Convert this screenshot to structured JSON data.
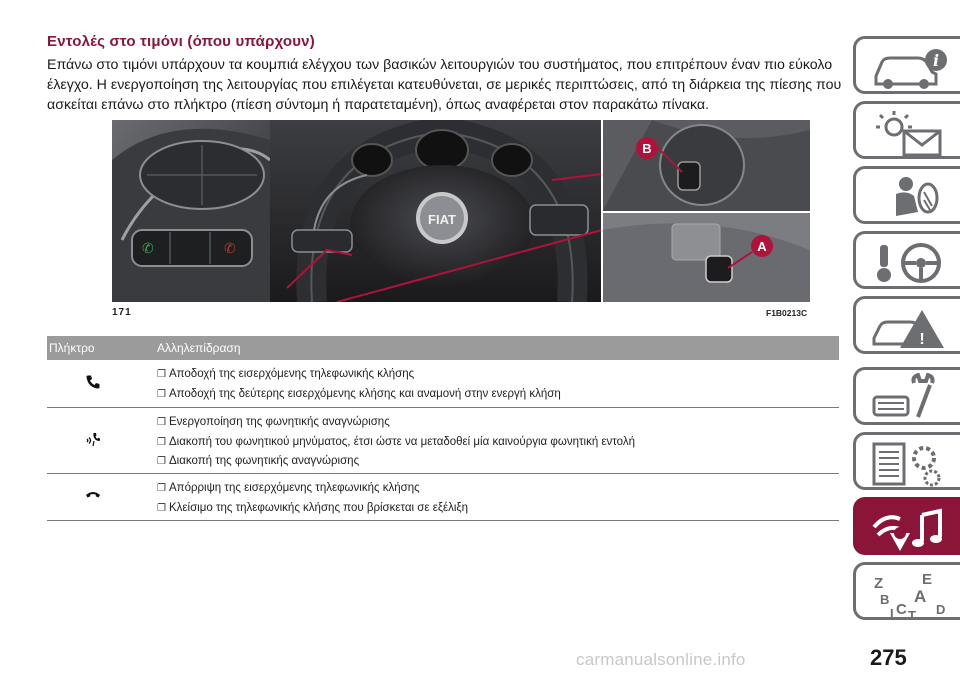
{
  "header": {
    "title": "Εντολές στο τιμόνι (όπου υπάρχουν)",
    "intro": "Επάνω στο τιμόνι υπάρχουν τα κουμπιά ελέγχου των βασικών λειτουργιών του συστήματος, που επιτρέπουν έναν πιο εύκολο έλεγχο. Η ενεργοποίηση της λειτουργίας που επιλέγεται κατευθύνεται, σε μερικές περιπτώσεις, από τη διάρκεια της πίεσης που ασκείται επάνω στο πλήκτρο (πίεση σύντομη ή παρατεταμένη), όπως αναφέρεται στον παρακάτω πίνακα."
  },
  "figure": {
    "number": "171",
    "code": "F1B0213C",
    "callouts": [
      "B",
      "A"
    ],
    "logo_text": "FIAT"
  },
  "table": {
    "headers": [
      "Πλήκτρο",
      "Αλληλεπίδραση"
    ],
    "rows": [
      {
        "icon": "phone-answer-icon",
        "items": [
          "Αποδοχή της εισερχόμενης τηλεφωνικής κλήσης",
          "Αποδοχή της δεύτερης εισερχόμενης κλήσης και αναμονή στην ενεργή κλήση"
        ]
      },
      {
        "icon": "voice-recognition-icon",
        "items": [
          "Ενεργοποίηση της φωνητικής αναγνώρισης",
          "Διακοπή του φωνητικού μηνύματος, έτσι ώστε να μεταδοθεί μία καινούργια φωνητική εντολή",
          "Διακοπή της φωνητικής αναγνώρισης"
        ]
      },
      {
        "icon": "phone-hangup-icon",
        "items": [
          "Απόρριψη της εισερχόμενης τηλεφωνικής κλήσης",
          "Κλείσιμο της τηλεφωνικής κλήσης που βρίσκεται σε εξέλιξη"
        ]
      }
    ]
  },
  "side_tabs": [
    {
      "icon": "car-info-icon"
    },
    {
      "icon": "dashboard-lights-icon"
    },
    {
      "icon": "safety-airbag-icon"
    },
    {
      "icon": "starting-driving-icon"
    },
    {
      "icon": "emergency-icon"
    },
    {
      "icon": "maintenance-icon"
    },
    {
      "icon": "technical-data-icon"
    },
    {
      "icon": "multimedia-icon"
    },
    {
      "icon": "index-icon"
    }
  ],
  "index_letters": [
    "Z",
    "E",
    "B",
    "A",
    "C",
    "D",
    "T",
    "I"
  ],
  "page": {
    "number": "275",
    "watermark": "carmanualsonline.info"
  },
  "colors": {
    "accent": "#8a1538",
    "tab_border": "#6d6e71",
    "table_header": "#9b9b9b"
  }
}
